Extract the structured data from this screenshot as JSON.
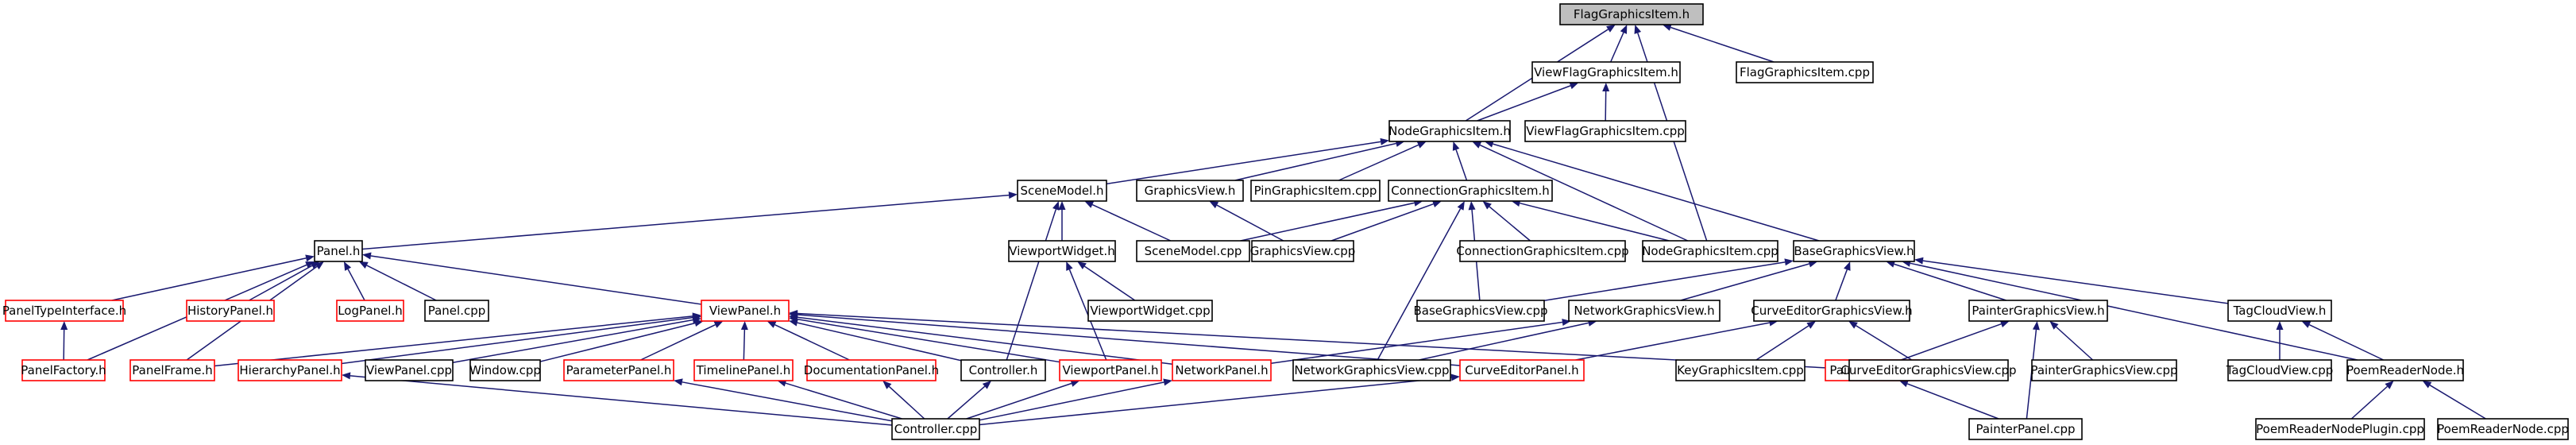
{
  "title": "FlagGraphicsItem.h",
  "colors": {
    "edge": "#191970",
    "missing_border": "#ff0000",
    "root_fill": "#bfbfbf"
  },
  "nodes": [
    {
      "id": "n0",
      "label": "FlagGraphicsItem.h",
      "type": "root"
    },
    {
      "id": "n1",
      "label": "ViewFlagGraphicsItem.h",
      "type": "normal"
    },
    {
      "id": "n2",
      "label": "FlagGraphicsItem.cpp",
      "type": "normal"
    },
    {
      "id": "n3",
      "label": "NodeGraphicsItem.h",
      "type": "normal"
    },
    {
      "id": "n4",
      "label": "ViewFlagGraphicsItem.cpp",
      "type": "normal"
    },
    {
      "id": "n5",
      "label": "SceneModel.h",
      "type": "normal"
    },
    {
      "id": "n6",
      "label": "GraphicsView.h",
      "type": "normal"
    },
    {
      "id": "n7",
      "label": "PinGraphicsItem.cpp",
      "type": "normal"
    },
    {
      "id": "n8",
      "label": "ConnectionGraphicsItem.h",
      "type": "normal"
    },
    {
      "id": "n9",
      "label": "Panel.h",
      "type": "normal"
    },
    {
      "id": "n10",
      "label": "ViewportWidget.h",
      "type": "normal"
    },
    {
      "id": "n11",
      "label": "SceneModel.cpp",
      "type": "normal"
    },
    {
      "id": "n12",
      "label": "GraphicsView.cpp",
      "type": "normal"
    },
    {
      "id": "n13",
      "label": "ConnectionGraphicsItem.cpp",
      "type": "normal"
    },
    {
      "id": "n14",
      "label": "NodeGraphicsItem.cpp",
      "type": "normal"
    },
    {
      "id": "n15",
      "label": "BaseGraphicsView.h",
      "type": "normal"
    },
    {
      "id": "n16",
      "label": "PanelTypeInterface.h",
      "type": "missing"
    },
    {
      "id": "n17",
      "label": "HistoryPanel.h",
      "type": "missing"
    },
    {
      "id": "n18",
      "label": "LogPanel.h",
      "type": "missing"
    },
    {
      "id": "n19",
      "label": "Panel.cpp",
      "type": "normal"
    },
    {
      "id": "n20",
      "label": "ViewPanel.h",
      "type": "missing"
    },
    {
      "id": "n21",
      "label": "ViewportWidget.cpp",
      "type": "normal"
    },
    {
      "id": "n22",
      "label": "BaseGraphicsView.cpp",
      "type": "normal"
    },
    {
      "id": "n23",
      "label": "NetworkGraphicsView.h",
      "type": "normal"
    },
    {
      "id": "n24",
      "label": "CurveEditorGraphicsView.h",
      "type": "normal"
    },
    {
      "id": "n25",
      "label": "PainterGraphicsView.h",
      "type": "normal"
    },
    {
      "id": "n26",
      "label": "TagCloudView.h",
      "type": "normal"
    },
    {
      "id": "n27",
      "label": "PanelFactory.h",
      "type": "missing"
    },
    {
      "id": "n28",
      "label": "PanelFrame.h",
      "type": "missing"
    },
    {
      "id": "n29",
      "label": "HierarchyPanel.h",
      "type": "missing"
    },
    {
      "id": "n30",
      "label": "ViewPanel.cpp",
      "type": "normal"
    },
    {
      "id": "n31",
      "label": "Window.cpp",
      "type": "normal"
    },
    {
      "id": "n32",
      "label": "ParameterPanel.h",
      "type": "missing"
    },
    {
      "id": "n33",
      "label": "TimelinePanel.h",
      "type": "missing"
    },
    {
      "id": "n34",
      "label": "DocumentationPanel.h",
      "type": "missing"
    },
    {
      "id": "n35",
      "label": "Controller.h",
      "type": "normal"
    },
    {
      "id": "n36",
      "label": "ViewportPanel.h",
      "type": "missing"
    },
    {
      "id": "n37",
      "label": "NetworkPanel.h",
      "type": "missing"
    },
    {
      "id": "n38",
      "label": "NetworkGraphicsView.cpp",
      "type": "normal"
    },
    {
      "id": "n39",
      "label": "CurveEditorPanel.h",
      "type": "missing"
    },
    {
      "id": "n40",
      "label": "KeyGraphicsItem.cpp",
      "type": "normal"
    },
    {
      "id": "n41",
      "label": "PainterPanel.h",
      "type": "missing"
    },
    {
      "id": "n42",
      "label": "CurveEditorGraphicsView.cpp",
      "type": "normal"
    },
    {
      "id": "n43",
      "label": "PainterGraphicsView.cpp",
      "type": "normal"
    },
    {
      "id": "n44",
      "label": "TagCloudView.cpp",
      "type": "normal"
    },
    {
      "id": "n45",
      "label": "PoemReaderNode.h",
      "type": "normal"
    },
    {
      "id": "n46",
      "label": "Controller.cpp",
      "type": "normal"
    },
    {
      "id": "n47",
      "label": "PainterPanel.cpp",
      "type": "normal"
    },
    {
      "id": "n48",
      "label": "PoemReaderNodePlugin.cpp",
      "type": "normal"
    },
    {
      "id": "n49",
      "label": "PoemReaderNode.cpp",
      "type": "normal"
    }
  ],
  "edges": [
    [
      "n1",
      "n0"
    ],
    [
      "n2",
      "n0"
    ],
    [
      "n3",
      "n0"
    ],
    [
      "n14",
      "n0"
    ],
    [
      "n3",
      "n1"
    ],
    [
      "n4",
      "n1"
    ],
    [
      "n5",
      "n3"
    ],
    [
      "n6",
      "n3"
    ],
    [
      "n7",
      "n3"
    ],
    [
      "n8",
      "n3"
    ],
    [
      "n14",
      "n3"
    ],
    [
      "n15",
      "n3"
    ],
    [
      "n9",
      "n5"
    ],
    [
      "n10",
      "n5"
    ],
    [
      "n11",
      "n5"
    ],
    [
      "n35",
      "n5"
    ],
    [
      "n12",
      "n6"
    ],
    [
      "n11",
      "n8"
    ],
    [
      "n12",
      "n8"
    ],
    [
      "n13",
      "n8"
    ],
    [
      "n14",
      "n8"
    ],
    [
      "n22",
      "n8"
    ],
    [
      "n38",
      "n8"
    ],
    [
      "n16",
      "n9"
    ],
    [
      "n17",
      "n9"
    ],
    [
      "n18",
      "n9"
    ],
    [
      "n19",
      "n9"
    ],
    [
      "n20",
      "n9"
    ],
    [
      "n27",
      "n9"
    ],
    [
      "n28",
      "n9"
    ],
    [
      "n21",
      "n10"
    ],
    [
      "n36",
      "n10"
    ],
    [
      "n22",
      "n15"
    ],
    [
      "n23",
      "n15"
    ],
    [
      "n24",
      "n15"
    ],
    [
      "n25",
      "n15"
    ],
    [
      "n26",
      "n15"
    ],
    [
      "n45",
      "n15"
    ],
    [
      "n27",
      "n16"
    ],
    [
      "n28",
      "n20"
    ],
    [
      "n29",
      "n20"
    ],
    [
      "n30",
      "n20"
    ],
    [
      "n31",
      "n20"
    ],
    [
      "n32",
      "n20"
    ],
    [
      "n33",
      "n20"
    ],
    [
      "n34",
      "n20"
    ],
    [
      "n35",
      "n20"
    ],
    [
      "n36",
      "n20"
    ],
    [
      "n37",
      "n20"
    ],
    [
      "n39",
      "n20"
    ],
    [
      "n41",
      "n20"
    ],
    [
      "n37",
      "n23"
    ],
    [
      "n38",
      "n23"
    ],
    [
      "n39",
      "n24"
    ],
    [
      "n40",
      "n24"
    ],
    [
      "n42",
      "n24"
    ],
    [
      "n41",
      "n25"
    ],
    [
      "n43",
      "n25"
    ],
    [
      "n47",
      "n25"
    ],
    [
      "n44",
      "n26"
    ],
    [
      "n45",
      "n26"
    ],
    [
      "n46",
      "n29"
    ],
    [
      "n46",
      "n32"
    ],
    [
      "n46",
      "n33"
    ],
    [
      "n46",
      "n34"
    ],
    [
      "n46",
      "n35"
    ],
    [
      "n46",
      "n36"
    ],
    [
      "n46",
      "n37"
    ],
    [
      "n46",
      "n39"
    ],
    [
      "n47",
      "n41"
    ],
    [
      "n48",
      "n45"
    ],
    [
      "n49",
      "n45"
    ]
  ]
}
